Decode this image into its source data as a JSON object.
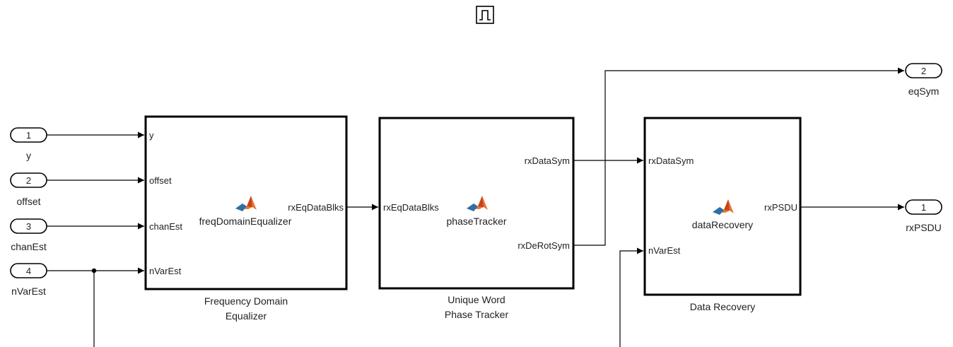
{
  "trigger_icon": "square-pulse-icon",
  "inports": [
    {
      "number": "1",
      "name": "y"
    },
    {
      "number": "2",
      "name": "offset"
    },
    {
      "number": "3",
      "name": "chanEst"
    },
    {
      "number": "4",
      "name": "nVarEst"
    }
  ],
  "outports": [
    {
      "number": "2",
      "name": "eqSym"
    },
    {
      "number": "1",
      "name": "rxPSDU"
    }
  ],
  "blocks": {
    "equalizer": {
      "function_name": "freqDomainEqualizer",
      "caption_line1": "Frequency Domain",
      "caption_line2": "Equalizer",
      "inputs": [
        "y",
        "offset",
        "chanEst",
        "nVarEst"
      ],
      "output": "rxEqDataBlks",
      "icon": "matlab-function-icon"
    },
    "tracker": {
      "function_name": "phaseTracker",
      "caption_line1": "Unique Word",
      "caption_line2": "Phase Tracker",
      "input": "rxEqDataBlks",
      "outputs": [
        "rxDataSym",
        "rxDeRotSym"
      ],
      "icon": "matlab-function-icon"
    },
    "recovery": {
      "function_name": "dataRecovery",
      "caption_line1": "Data Recovery",
      "inputs": [
        "rxDataSym",
        "nVarEst"
      ],
      "output": "rxPSDU",
      "icon": "matlab-function-icon"
    }
  },
  "colors": {
    "line": "#000000",
    "matlab_logo_orange": "#e8772e",
    "matlab_logo_blue": "#2f6ea8"
  }
}
